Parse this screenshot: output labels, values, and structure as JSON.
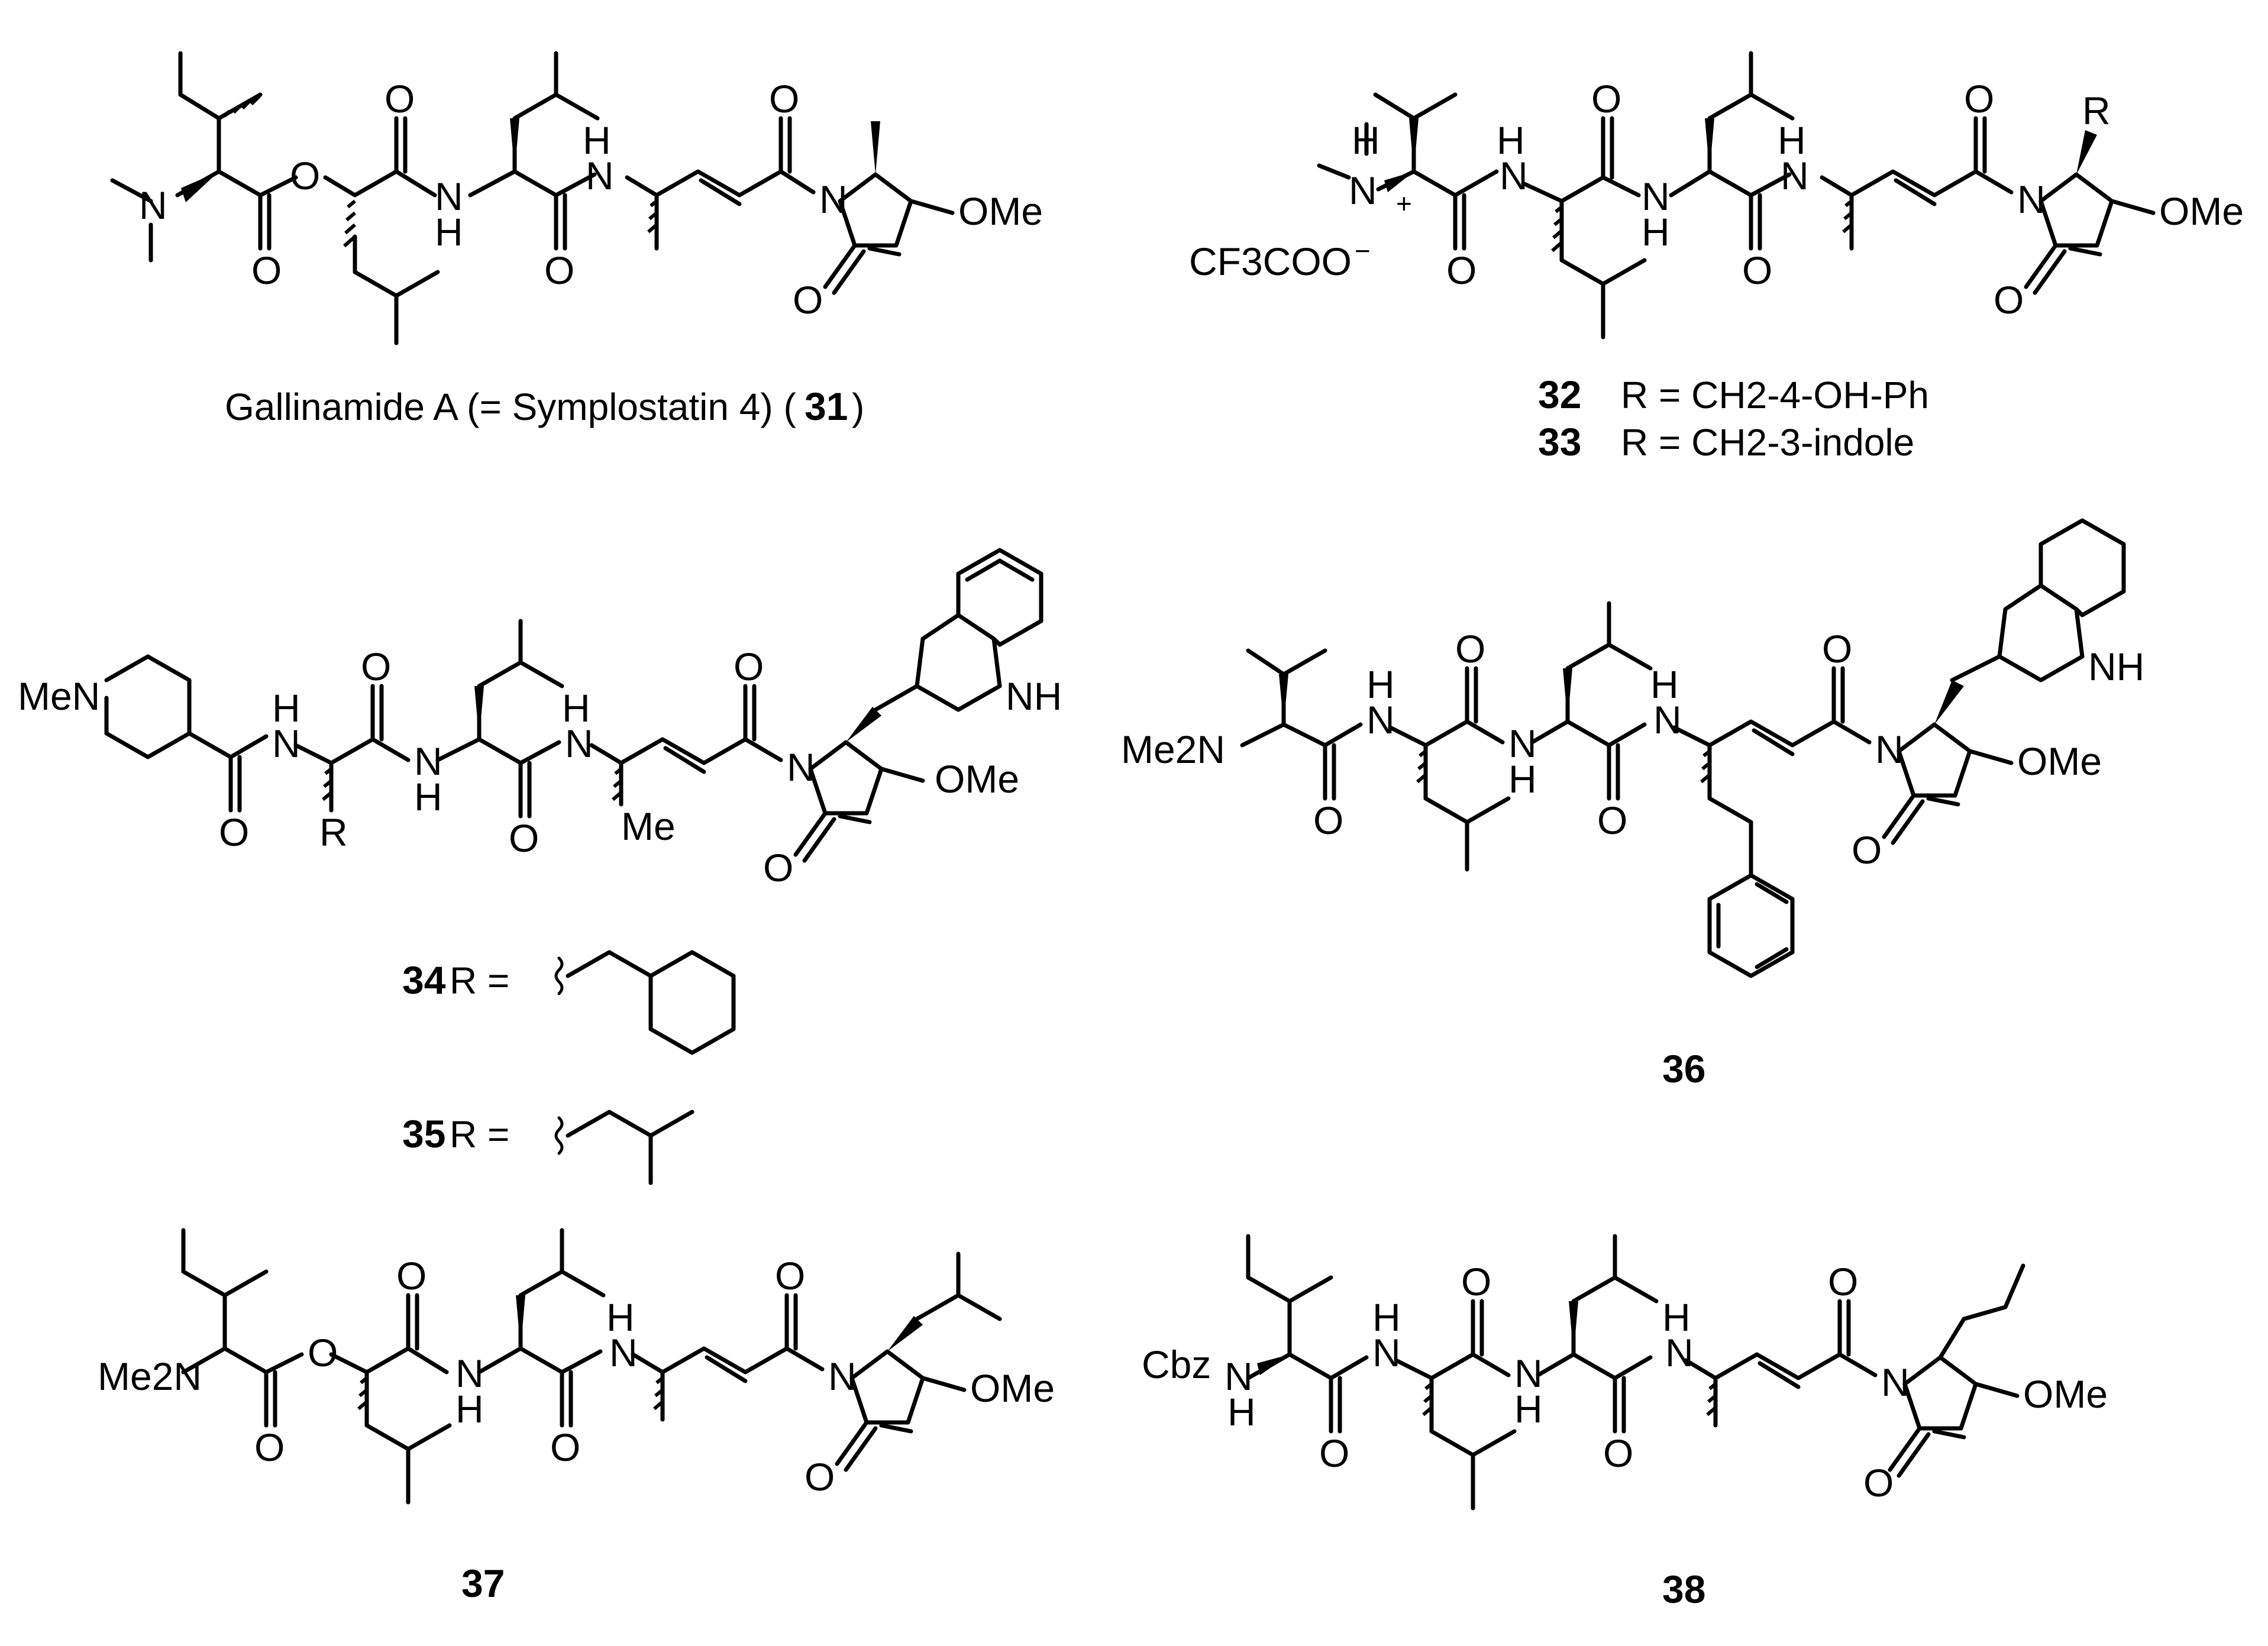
{
  "atom_labels": {
    "N": "N",
    "H": "H",
    "O": "O",
    "OMe": "OMe",
    "Me": "Me",
    "Me2N": "Me2N",
    "R": "R",
    "NH": "NH",
    "MeN": "MeN",
    "Cbz": "Cbz",
    "CF3COO": "CF3COO",
    "plus": "+",
    "minus": "−"
  },
  "captions": {
    "c31_name": "Gallinamide A (= Symplostatin 4) (",
    "c31_num": "31",
    "c31_end": ")",
    "c32_num": "32",
    "c32_text": "R = CH2-4-OH-Ph",
    "c33_num": "33",
    "c33_text": "R = CH2-3-indole",
    "c34_num": "34",
    "c34_text": "R =",
    "c35_num": "35",
    "c35_text": "R =",
    "c36_num": "36",
    "c37_num": "37",
    "c38_num": "38"
  },
  "compounds": [
    {
      "id": "31",
      "name": "Gallinamide A (= Symplostatin 4)"
    },
    {
      "id": "32",
      "substituent_R": "CH2-4-OH-Ph"
    },
    {
      "id": "33",
      "substituent_R": "CH2-3-indole"
    },
    {
      "id": "34",
      "substituent_R": "cyclohexylmethyl"
    },
    {
      "id": "35",
      "substituent_R": "isobutyl"
    },
    {
      "id": "36"
    },
    {
      "id": "37"
    },
    {
      "id": "38"
    }
  ]
}
